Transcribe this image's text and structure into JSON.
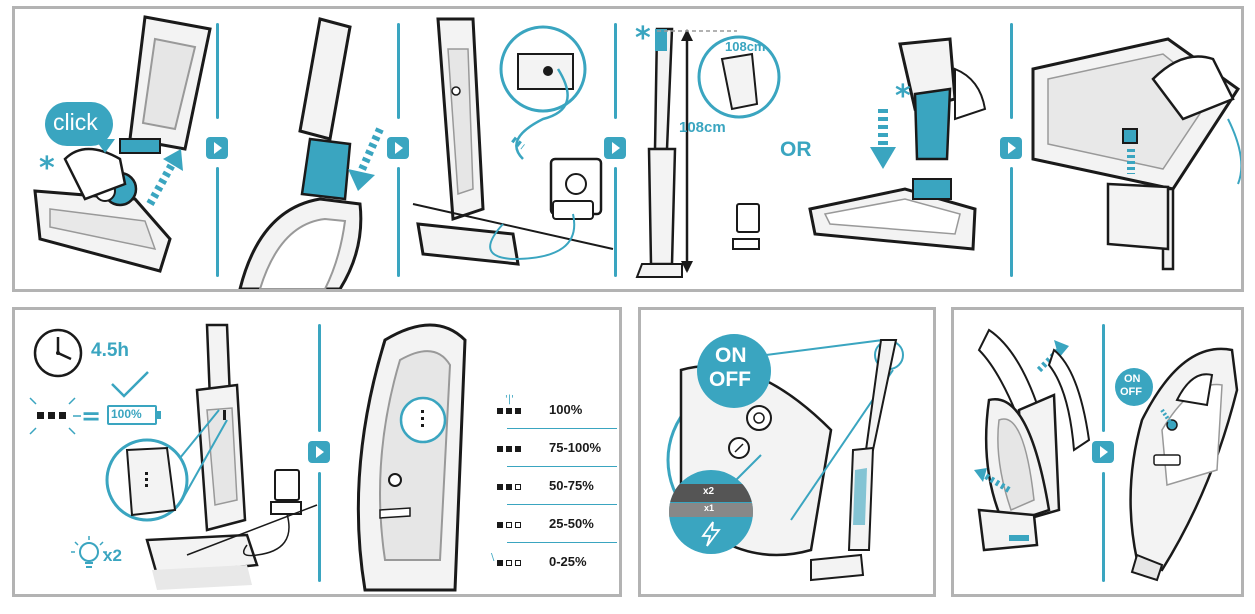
{
  "steps": {
    "click_label": "click",
    "asterisk": "*",
    "height_label": "108cm",
    "height_label_small": "108cm",
    "or_label": "OR"
  },
  "charging": {
    "time": "4.5h",
    "equals": "=",
    "battery_full": "100%",
    "blink_count": "x2",
    "levels": [
      {
        "label": "100%",
        "filled": 3
      },
      {
        "label": "75-100%",
        "filled": 3
      },
      {
        "label": "50-75%",
        "filled": 2
      },
      {
        "label": "25-50%",
        "filled": 1
      },
      {
        "label": "0-25%",
        "filled": 1
      }
    ]
  },
  "power": {
    "on_label": "ON",
    "off_label": "OFF",
    "speed_high": "x2",
    "speed_low": "x1"
  },
  "handheld": {
    "on_label": "ON",
    "off_label": "OFF"
  },
  "colors": {
    "accent": "#3aa5c0",
    "frame": "#b3b3b3",
    "ink": "#1a1a1a",
    "dark_grey": "#666666"
  }
}
